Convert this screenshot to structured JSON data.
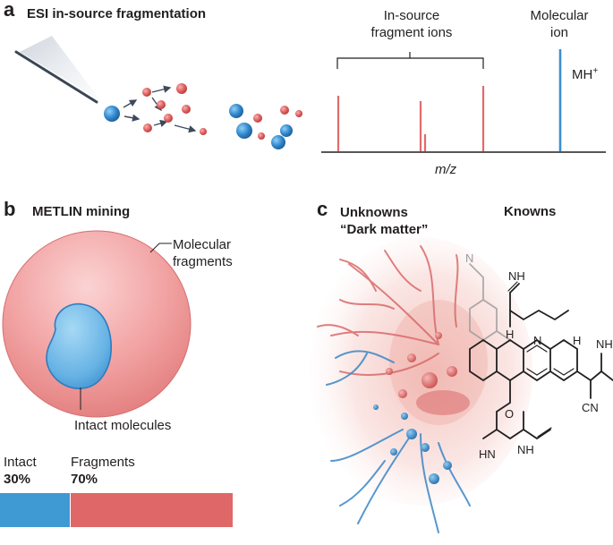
{
  "panel_a": {
    "letter": "a",
    "title": "ESI in-source fragmentation",
    "fragment_label_line1": "In-source",
    "fragment_label_line2": "fragment ions",
    "molecular_label_line1": "Molecular",
    "molecular_label_line2": "ion",
    "mh_label": "MH",
    "mh_sup": "+",
    "axis_label": "m/z",
    "colors": {
      "fragment": "#e06b6b",
      "molecular": "#3d8fd1",
      "axis": "#231f20"
    }
  },
  "panel_b": {
    "letter": "b",
    "title": "METLIN mining",
    "outer_label_line1": "Molecular",
    "outer_label_line2": "fragments",
    "inner_label": "Intact molecules",
    "intact_label": "Intact",
    "intact_pct": "30%",
    "intact_fraction": 0.3,
    "fragments_label": "Fragments",
    "fragments_pct": "70%",
    "fragments_fraction": 0.7,
    "colors": {
      "intact": "#3f99d3",
      "fragments": "#e06767",
      "outer": "#ef9a9a",
      "inner": "#6fb6e6"
    }
  },
  "panel_c": {
    "letter": "c",
    "unknowns_line1": "Unknowns",
    "unknowns_line2": "“Dark matter”",
    "knowns_label": "Knowns",
    "struct_nh_top": "NH",
    "struct_n_ring": "N",
    "struct_h_ring": "H",
    "struct_nh_right": "NH",
    "struct_cn": "CN",
    "struct_h_mid": "H",
    "struct_o": "O",
    "struct_hn": "HN",
    "struct_nh_bottom": "NH",
    "struct_n_faded": "N"
  }
}
